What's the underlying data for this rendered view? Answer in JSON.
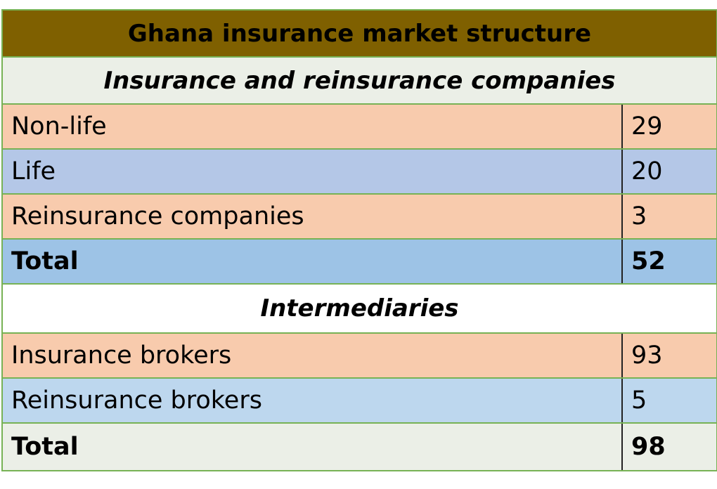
{
  "table": {
    "title": "Ghana insurance market structure",
    "sections": [
      {
        "heading": "Insurance and reinsurance companies",
        "rows": [
          {
            "label": "Non-life",
            "value": "29"
          },
          {
            "label": "Life",
            "value": "20"
          },
          {
            "label": "Reinsurance companies",
            "value": "3"
          }
        ],
        "total": {
          "label": "Total",
          "value": "52"
        }
      },
      {
        "heading": "Intermediaries",
        "rows": [
          {
            "label": "Insurance brokers",
            "value": "93"
          },
          {
            "label": "Reinsurance brokers",
            "value": "5"
          }
        ],
        "total": {
          "label": "Total",
          "value": "98"
        }
      }
    ]
  },
  "colors": {
    "title_bg": "#7f6000",
    "border": "#77b255",
    "peach": "#f8cbad",
    "lavender": "#b4c7e7",
    "blue": "#9dc3e6",
    "light_blue": "#bdd7ee",
    "grey_white": "#ebefe7"
  }
}
